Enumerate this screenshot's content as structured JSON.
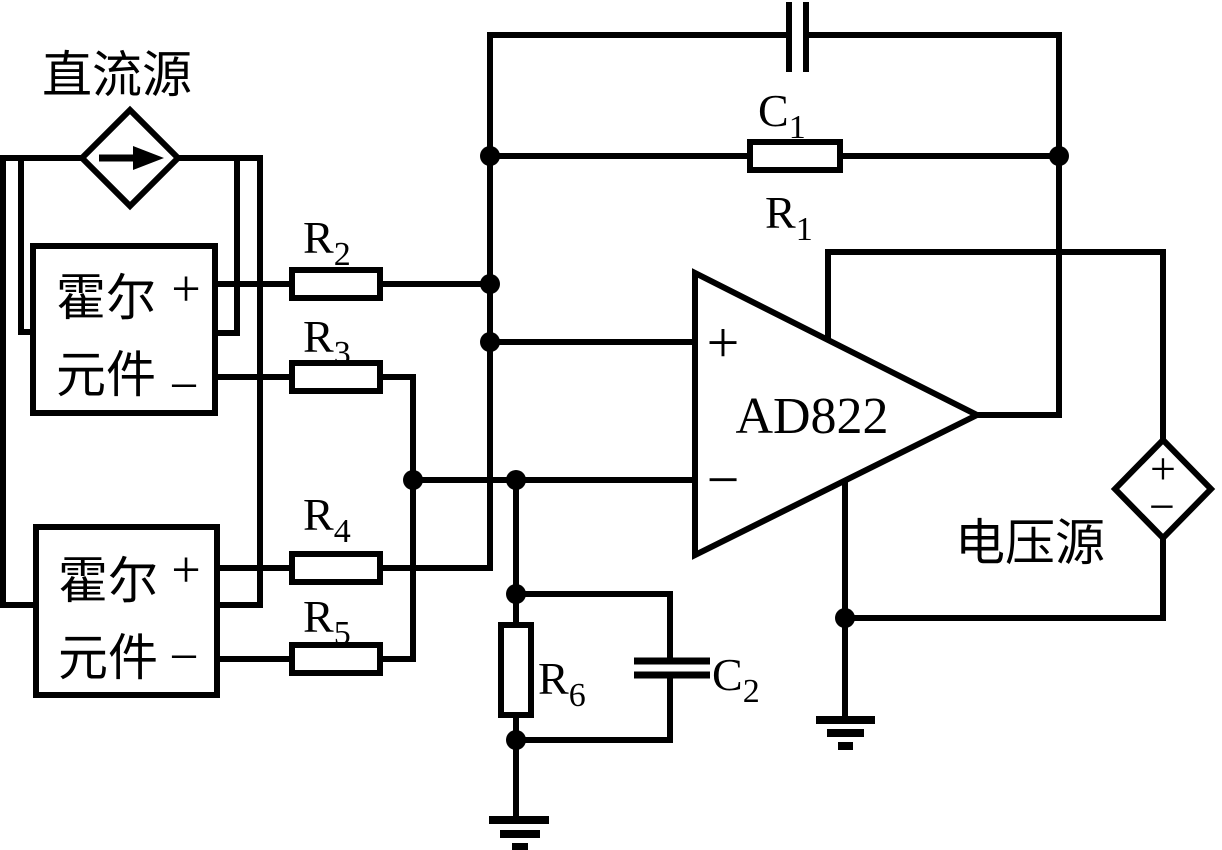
{
  "labels": {
    "dc_source": "直流源",
    "voltage_source": "电压源",
    "opamp": "AD822",
    "hall_top": {
      "line1": "霍尔",
      "line2": "元件",
      "plus": "+",
      "minus": "−"
    },
    "hall_bottom": {
      "line1": "霍尔",
      "line2": "元件",
      "plus": "+",
      "minus": "−"
    },
    "opamp_inputs": {
      "plus": "+",
      "minus": "−"
    },
    "voltage_source_signs": {
      "plus": "+",
      "minus": "−"
    },
    "components": {
      "r1": {
        "base": "R",
        "sub": "1"
      },
      "r2": {
        "base": "R",
        "sub": "2"
      },
      "r3": {
        "base": "R",
        "sub": "3"
      },
      "r4": {
        "base": "R",
        "sub": "4"
      },
      "r5": {
        "base": "R",
        "sub": "5"
      },
      "r6": {
        "base": "R",
        "sub": "6"
      },
      "c1": {
        "base": "C",
        "sub": "1"
      },
      "c2": {
        "base": "C",
        "sub": "2"
      }
    }
  },
  "colors": {
    "ink": "#000000",
    "paper": "#ffffff"
  }
}
